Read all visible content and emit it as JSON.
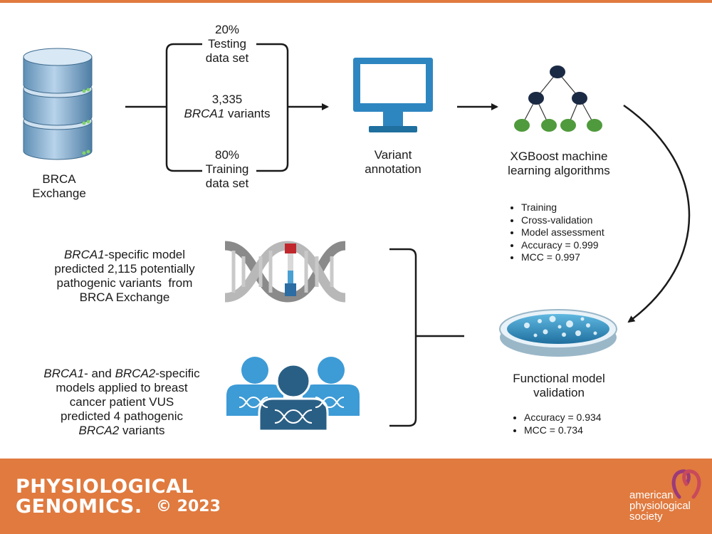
{
  "source": {
    "name_line1": "BRCA",
    "name_line2": "Exchange"
  },
  "split": {
    "testing": {
      "line1": "20%",
      "line2": "Testing",
      "line3": "data set"
    },
    "variants": {
      "line1": "3,335",
      "line2_gene": "BRCA1",
      "line2_rest": " variants"
    },
    "training": {
      "line1": "80%",
      "line2": "Training",
      "line3": "data set"
    }
  },
  "annotation": {
    "line1": "Variant",
    "line2": "annotation"
  },
  "xgboost": {
    "line1": "XGBoost machine",
    "line2": "learning algorithms",
    "bullets": [
      "Training",
      "Cross-validation",
      "Model assessment",
      "Accuracy = 0.999",
      "MCC = 0.997"
    ]
  },
  "validation": {
    "line1": "Functional model",
    "line2": "validation",
    "bullets": [
      "Accuracy = 0.934",
      "MCC = 0.734"
    ]
  },
  "prediction1": {
    "gene": "BRCA1",
    "line1_rest": "-specific model",
    "line2": "predicted 2,115 potentially",
    "line3": "pathogenic variants  from",
    "line4": "BRCA Exchange"
  },
  "prediction2": {
    "gene1": "BRCA1",
    "and": "- and ",
    "gene2": "BRCA2",
    "line1_rest": "-specific",
    "line2": "models applied to breast",
    "line3": "cancer patient VUS",
    "line4": "predicted 4 pathogenic",
    "line5_gene": "BRCA2",
    "line5_rest": " variants"
  },
  "footer": {
    "journal_line1": "PHYSIOLOGICAL",
    "journal_line2": "GENOMICS.",
    "copyright": "© 2023",
    "society_line1": "american",
    "society_line2": "physiological",
    "society_line3": "society"
  },
  "colors": {
    "accent": "#e07a3f",
    "node_dark": "#1b2a44",
    "node_leaf": "#4f9a3c",
    "monitor": "#2e86c1",
    "dna_red": "#c0282d",
    "dna_blue": "#2c6da3",
    "people": "#3d9bd6"
  },
  "icons": [
    "database-icon",
    "computer-monitor-icon",
    "decision-tree-icon",
    "dna-icon",
    "people-dna-icon",
    "petri-dish-icon",
    "society-logo-icon"
  ]
}
